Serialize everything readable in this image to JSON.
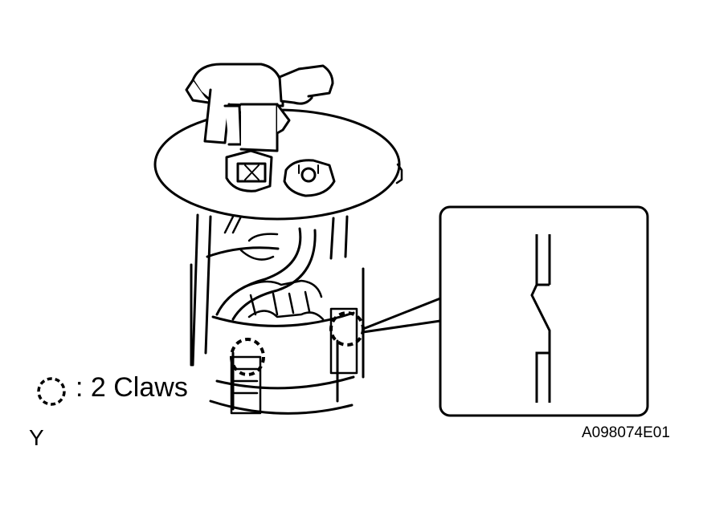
{
  "legend": {
    "symbol_icon": "dashed-circle-icon",
    "text": ": 2 Claws"
  },
  "corner_letter": "Y",
  "figure_code": "A098074E01",
  "colors": {
    "line": "#000000",
    "background": "#ffffff"
  }
}
